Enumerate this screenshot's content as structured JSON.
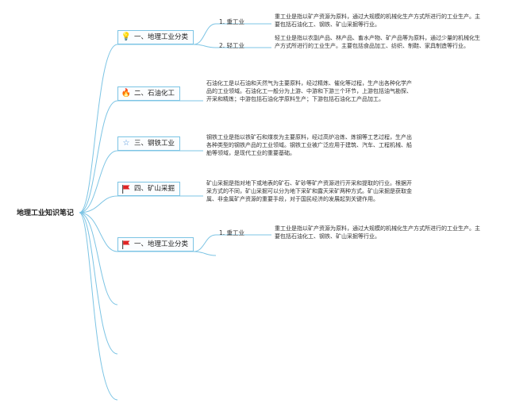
{
  "root": {
    "label": "地理工业知识笔记"
  },
  "branches": [
    {
      "label": "一、地理工业分类",
      "icon": "lightbulb-icon"
    },
    {
      "label": "二、石油化工",
      "icon": "flame-icon"
    },
    {
      "label": "三、钢铁工业",
      "icon": "star-icon"
    },
    {
      "label": "四、矿山采掘",
      "icon": "red-flag-icon"
    },
    {
      "label": "一、地理工业分类",
      "icon": "red-flag-icon"
    }
  ],
  "subs": [
    {
      "label": "1. 重工业"
    },
    {
      "label": "2. 轻工业"
    },
    {
      "label": "1. 重工业"
    }
  ],
  "descs": [
    {
      "text": "重工业是指以矿产资源为原料，通过大规模的机械化生产方式所进行的工业生产。主要包括石油化工、钢铁、矿山采掘等行业。"
    },
    {
      "text": "轻工业是指以农副产品、林产品、畜水产物、矿产品等为原料，通过少量的机械化生产方式所进行的工业生产。主要包括食品加工、纺织、制鞋、家具制造等行业。"
    },
    {
      "text": "石油化工是以石油和天然气为主要原料，经过精炼、催化等过程，生产出各种化学产品的工业领域。石油化工一般分为上游、中游和下游三个环节，上游包括油气勘探、开采和精炼；中游包括石油化学原料生产；下游包括石油化工产品加工。"
    },
    {
      "text": "钢铁工业是指以铁矿石和煤炭为主要原料，经过高炉冶炼、炼钢等工艺过程，生产出各种类型的钢铁产品的工业领域。钢铁工业被广泛应用于建筑、汽车、工程机械、船舶等领域，是现代工业的重要基础。"
    },
    {
      "text": "矿山采掘是指对地下或地表的矿石、矿砂等矿产资源进行开采和提取的行业。根据开采方式的不同，矿山采掘可以分为地下采矿和露天采矿两种方式。矿山采掘是获取金属、非金属矿产资源的重要手段，对于国民经济的发展起到关键作用。"
    },
    {
      "text": "重工业是指以矿产资源为原料，通过大规模的机械化生产方式所进行的工业生产。主要包括石油化工、钢铁、矿山采掘等行业。"
    }
  ]
}
